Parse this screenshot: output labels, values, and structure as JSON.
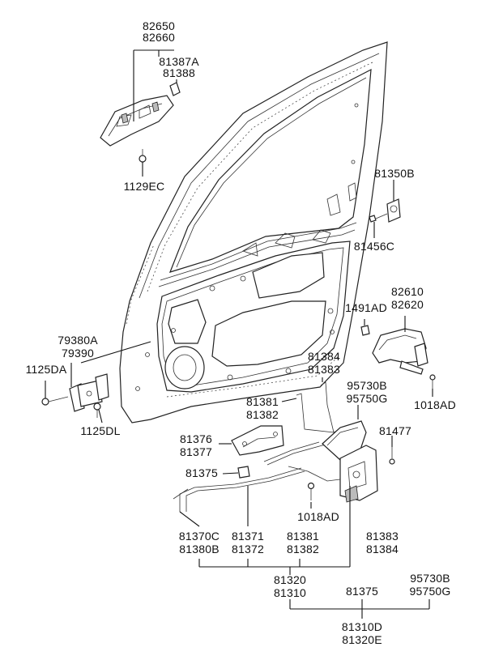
{
  "labels": {
    "outer_handle": [
      "82650",
      "82660"
    ],
    "handle_cover": [
      "81387A",
      "81388"
    ],
    "handle_bolt": "1129EC",
    "striker": "81350B",
    "striker_screw": "81456C",
    "inner_handle": [
      "82610",
      "82620"
    ],
    "clip_1491": "1491AD",
    "inner_handle_screw": "1018AD",
    "hinge": [
      "79380A",
      "79390"
    ],
    "hinge_bolt_upper": "1125DA",
    "hinge_bolt_lower": "1125DL",
    "rod_upper": [
      "81384",
      "81383"
    ],
    "rod_mid": [
      "81381",
      "81382"
    ],
    "actuator": [
      "95730B",
      "95750G"
    ],
    "bracket": [
      "81376",
      "81377"
    ],
    "clip_81375": "81375",
    "clip_81477": "81477",
    "latch_screw": "1018AD",
    "cable": [
      "81370C",
      "81380B"
    ],
    "rod_a": [
      "81371",
      "81372"
    ],
    "rod_b": [
      "81381",
      "81382"
    ],
    "rod_c": [
      "81383",
      "81384"
    ],
    "latch_assy": [
      "81320",
      "81310"
    ],
    "clip_bottom": "81375",
    "actuator_bottom": [
      "95730B",
      "95750G"
    ],
    "latch_total": [
      "81310D",
      "81320E"
    ]
  }
}
